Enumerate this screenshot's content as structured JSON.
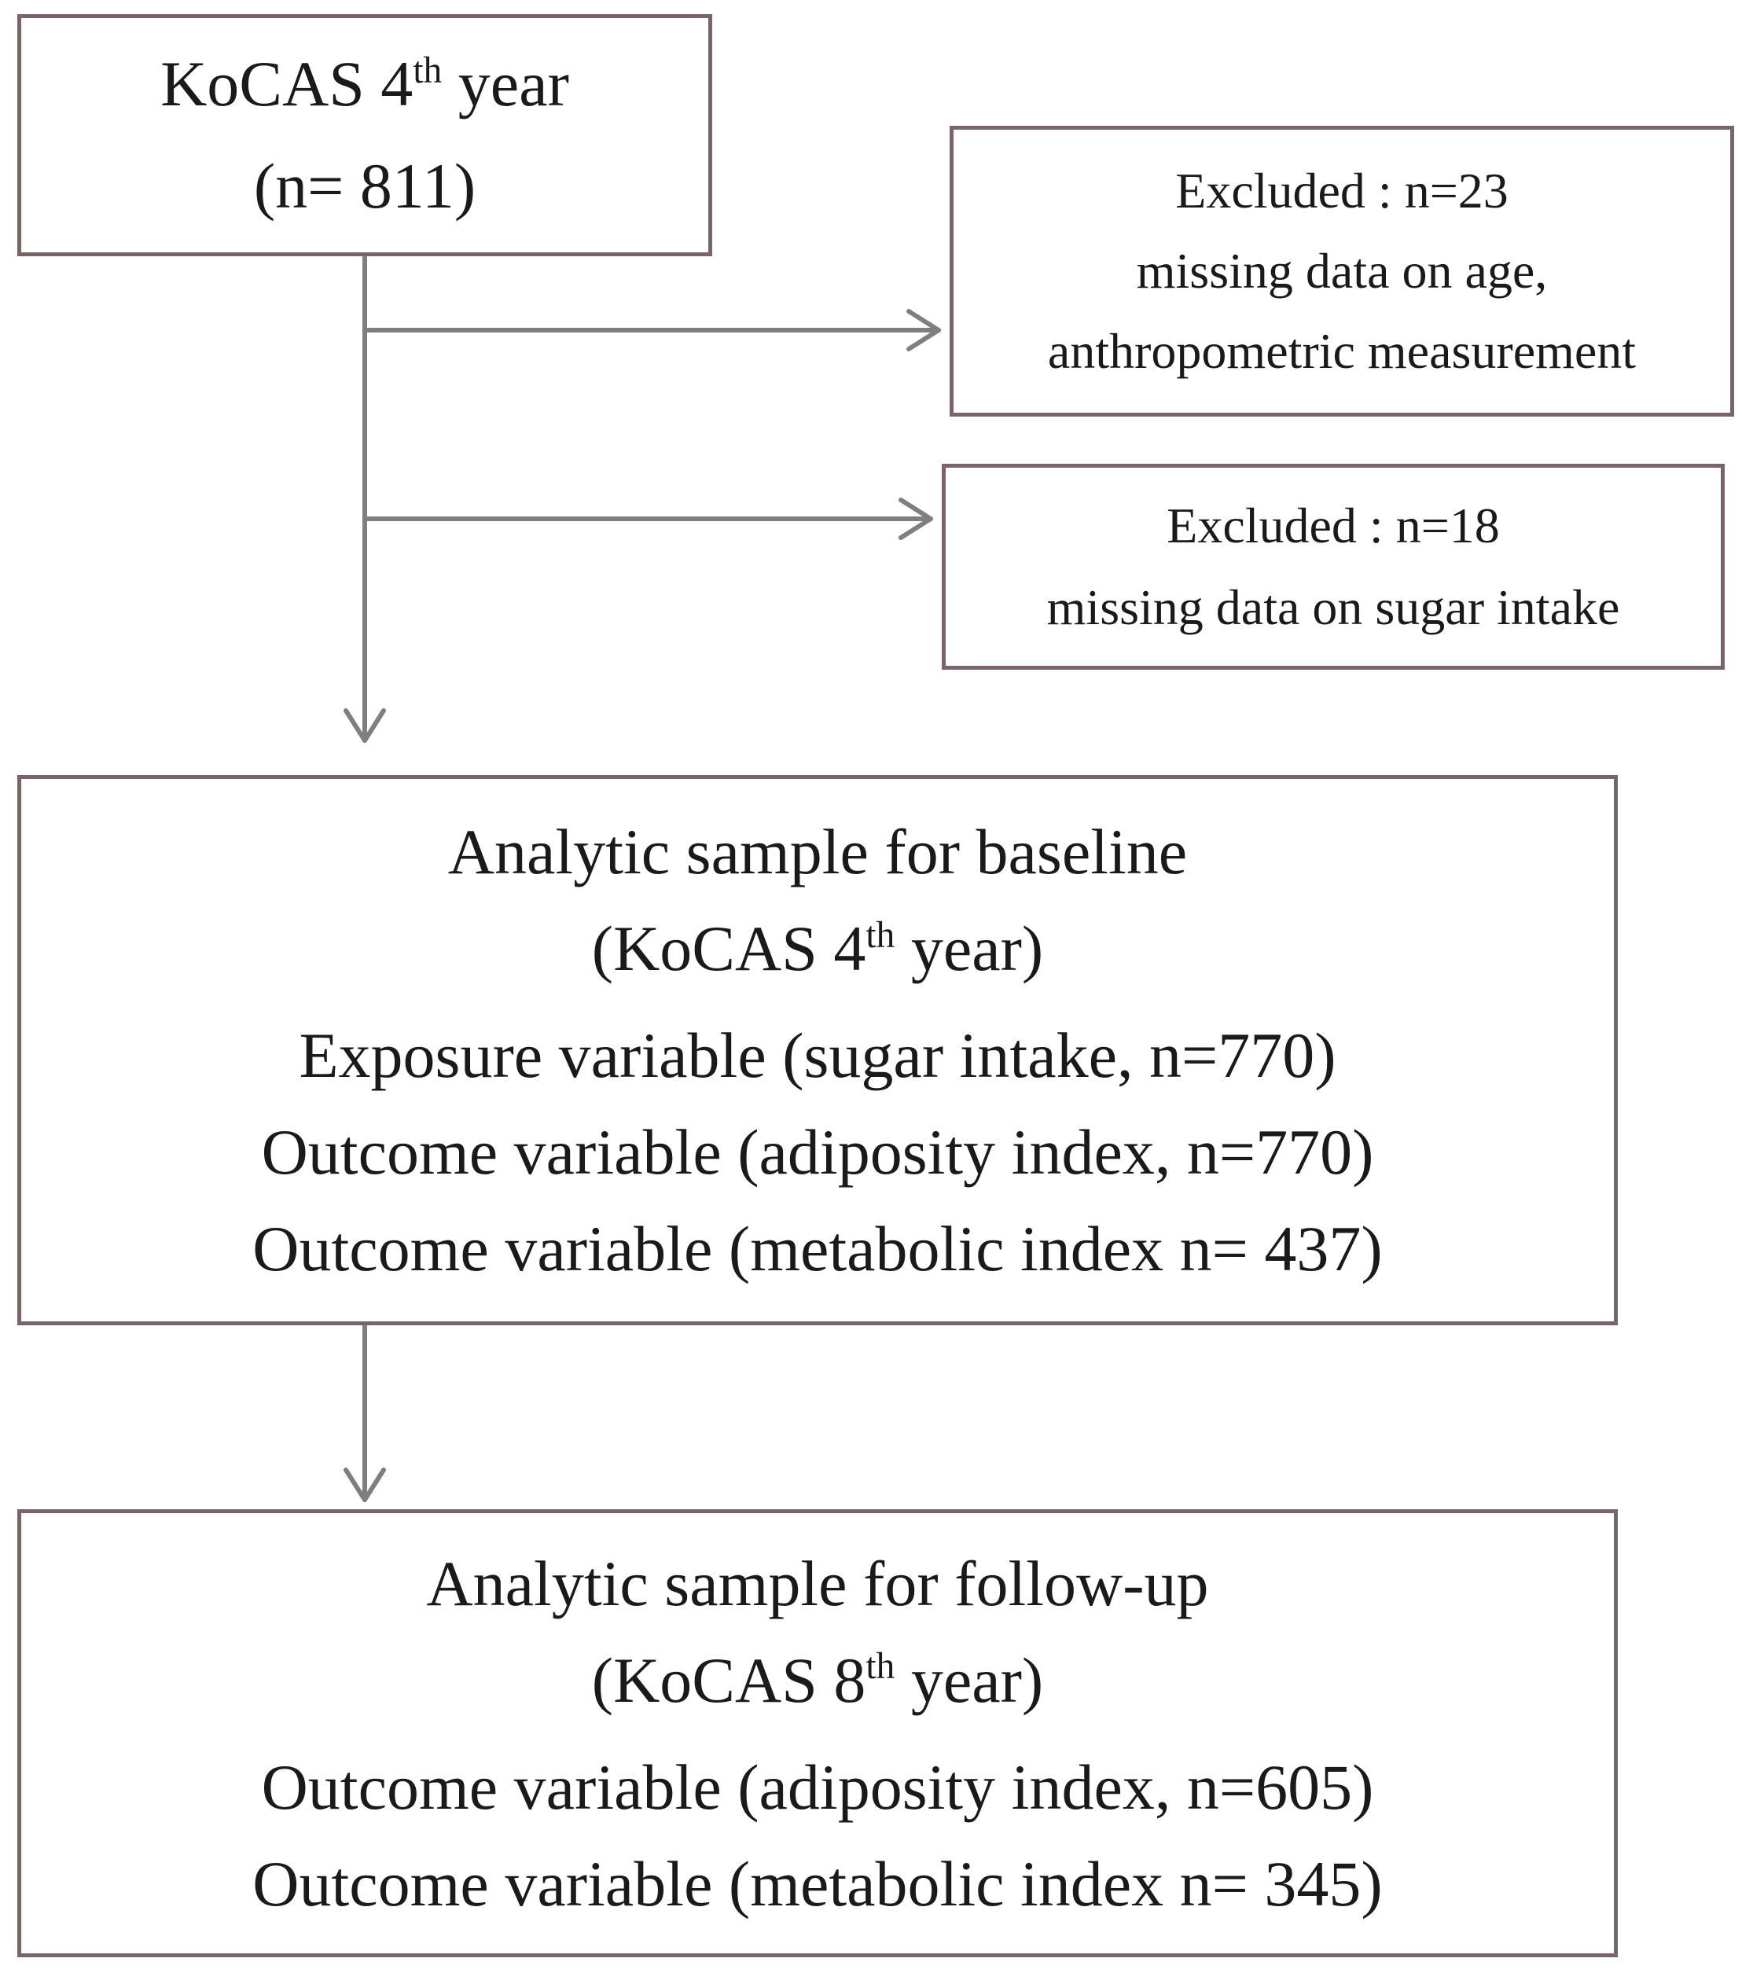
{
  "start": {
    "line1_text": "KoCAS 4",
    "line1_sup": "th",
    "line1_tail": " year",
    "line2": "(n= 811)"
  },
  "excluded_1": {
    "line1": "Excluded : n=23",
    "line2": "missing data on age,",
    "line3": "anthropometric measurement"
  },
  "excluded_2": {
    "line1": "Excluded : n=18",
    "line2": "missing data on sugar intake"
  },
  "baseline": {
    "line1": "Analytic sample for baseline",
    "line2_text": "(KoCAS 4",
    "line2_sup": "th",
    "line2_tail": " year)",
    "line3": "Exposure variable (sugar intake, n=770)",
    "line4": "Outcome variable (adiposity index, n=770)",
    "line5": "Outcome variable (metabolic index n= 437)"
  },
  "followup": {
    "line1": "Analytic sample for follow-up",
    "line2_text": "(KoCAS 8",
    "line2_sup": "th",
    "line2_tail": " year)",
    "line3": "Outcome variable (adiposity index, n=605)",
    "line4": "Outcome variable (metabolic index n= 345)"
  },
  "colors": {
    "box_border": "#7a6468",
    "arrow": "#7f7f7f"
  }
}
